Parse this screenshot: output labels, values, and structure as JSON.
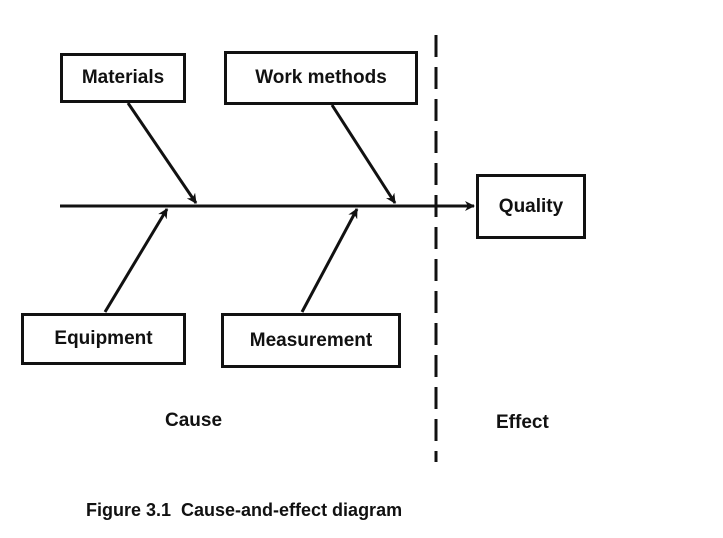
{
  "causes": {
    "materials": "Materials",
    "work_methods": "Work methods",
    "equipment": "Equipment",
    "measurement": "Measurement"
  },
  "effect": "Quality",
  "section_labels": {
    "cause": "Cause",
    "effect": "Effect"
  },
  "caption": "Figure 3.1  Cause-and-effect diagram"
}
